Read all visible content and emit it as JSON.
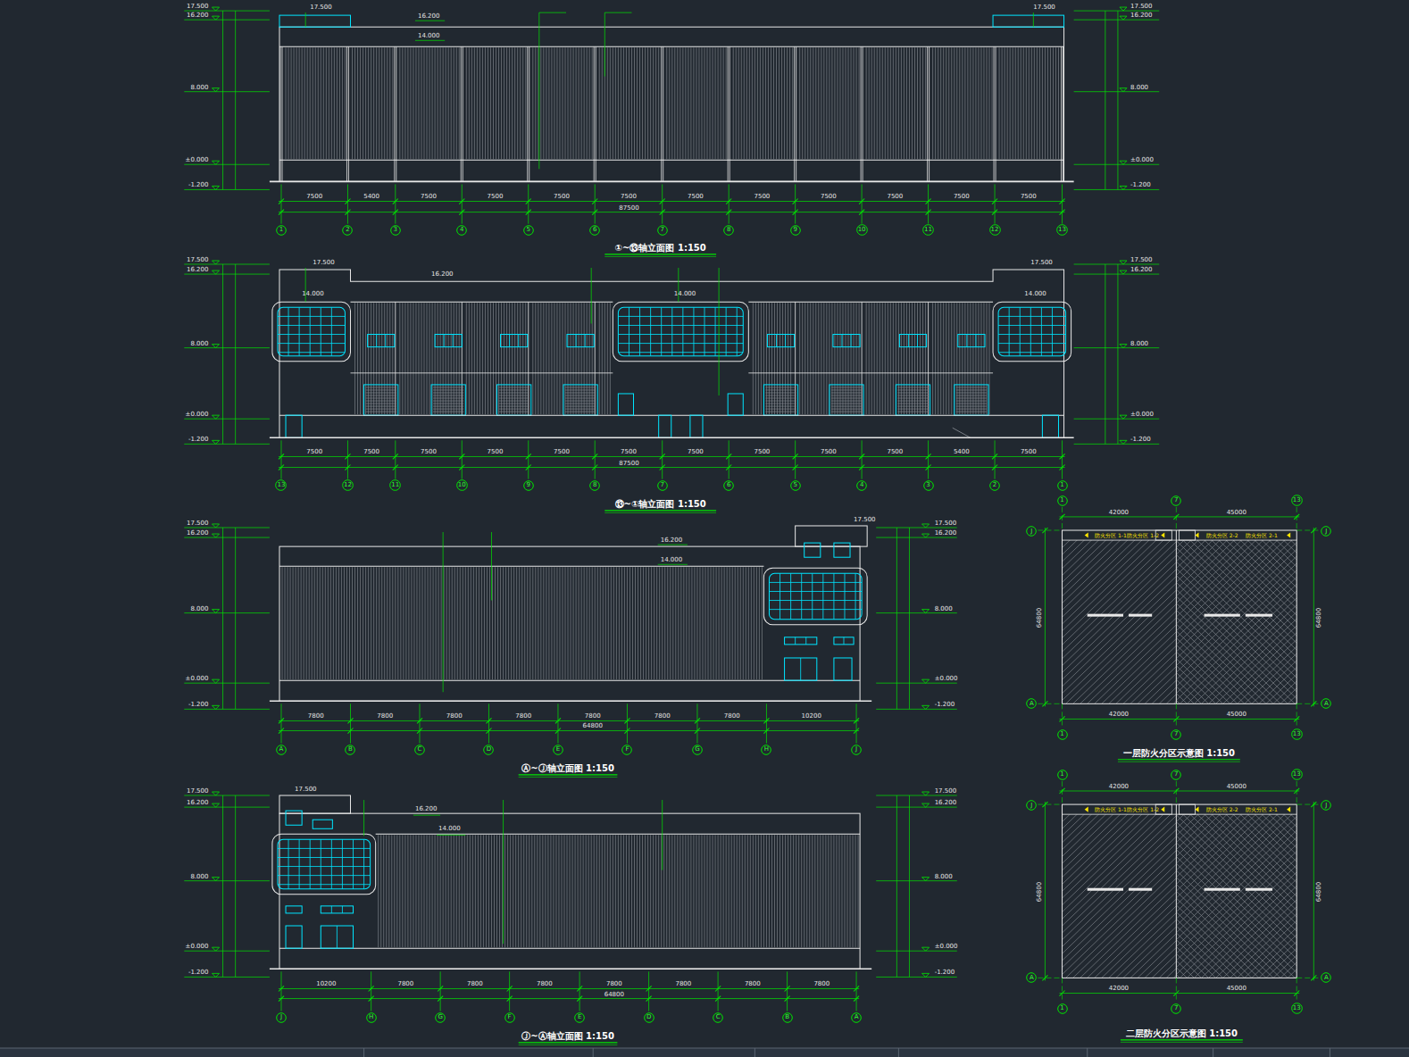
{
  "diagram": {
    "nodes": [
      {
        "text": [
          "1"
        ]
      },
      {
        "text": [
          "2"
        ]
      },
      {
        "text": [
          "3"
        ]
      },
      {
        "text": [
          "4"
        ]
      },
      {
        "text": [
          "5"
        ]
      },
      {
        "text": [
          "6"
        ]
      },
      {
        "text": [
          "7"
        ]
      },
      {
        "text": [
          "8"
        ]
      },
      {
        "text": [
          "9"
        ]
      },
      {
        "text": [
          "10"
        ]
      },
      {
        "text": [
          "11"
        ]
      },
      {
        "text": [
          "12"
        ]
      },
      {
        "text": [
          "13"
        ]
      },
      {
        "text": [
          "13"
        ]
      },
      {
        "text": [
          "12"
        ]
      },
      {
        "text": [
          "11"
        ]
      },
      {
        "text": [
          "10"
        ]
      },
      {
        "text": [
          "9"
        ]
      },
      {
        "text": [
          "8"
        ]
      },
      {
        "text": [
          "7"
        ]
      },
      {
        "text": [
          "6"
        ]
      },
      {
        "text": [
          "5"
        ]
      },
      {
        "text": [
          "4"
        ]
      },
      {
        "text": [
          "3"
        ]
      },
      {
        "text": [
          "2"
        ]
      },
      {
        "text": [
          "1"
        ]
      },
      {
        "text": [
          "A"
        ]
      },
      {
        "text": [
          "B"
        ]
      },
      {
        "text": [
          "C"
        ]
      },
      {
        "text": [
          "D"
        ]
      },
      {
        "text": [
          "E"
        ]
      },
      {
        "text": [
          "F"
        ]
      },
      {
        "text": [
          "G"
        ]
      },
      {
        "text": [
          "H"
        ]
      },
      {
        "text": [
          "J"
        ]
      },
      {
        "text": [
          "J"
        ]
      },
      {
        "text": [
          "H"
        ]
      },
      {
        "text": [
          "G"
        ]
      },
      {
        "text": [
          "F"
        ]
      },
      {
        "text": [
          "E"
        ]
      },
      {
        "text": [
          "D"
        ]
      },
      {
        "text": [
          "C"
        ]
      },
      {
        "text": [
          "B"
        ]
      },
      {
        "text": [
          "A"
        ]
      },
      {
        "text": [
          "1"
        ]
      },
      {
        "text": [
          "7"
        ]
      },
      {
        "text": [
          "13"
        ]
      },
      {
        "text": [
          "J"
        ]
      },
      {
        "text": [
          "J"
        ]
      },
      {
        "text": [
          "A"
        ]
      },
      {
        "text": [
          "A"
        ]
      },
      {
        "text": [
          "1"
        ]
      },
      {
        "text": [
          "7"
        ]
      },
      {
        "text": [
          "13"
        ]
      },
      {
        "text": [
          "1"
        ]
      },
      {
        "text": [
          "7"
        ]
      },
      {
        "text": [
          "13"
        ]
      },
      {
        "text": [
          "J"
        ]
      },
      {
        "text": [
          "J"
        ]
      },
      {
        "text": [
          "A"
        ]
      },
      {
        "text": [
          "A"
        ]
      },
      {
        "text": [
          "1"
        ]
      },
      {
        "text": [
          "7"
        ]
      },
      {
        "text": [
          "13"
        ]
      }
    ],
    "labels": [
      "17.500",
      "16.200",
      "8.000",
      "±0.000",
      "-1.200",
      "17.500",
      "16.200",
      "8.000",
      "±0.000",
      "-1.200",
      "17.500",
      "17.500",
      "16.200",
      "14.000",
      "7500",
      "5400",
      "7500",
      "7500",
      "7500",
      "7500",
      "7500",
      "7500",
      "7500",
      "7500",
      "7500",
      "7500",
      "87500",
      "①~⑬轴立面图 1:150",
      "17.500",
      "16.200",
      "8.000",
      "±0.000",
      "-1.200",
      "17.500",
      "16.200",
      "8.000",
      "±0.000",
      "-1.200",
      "17.500",
      "16.200",
      "17.500",
      "14.000",
      "14.000",
      "14.000",
      "7500",
      "7500",
      "7500",
      "7500",
      "7500",
      "7500",
      "7500",
      "7500",
      "7500",
      "7500",
      "5400",
      "7500",
      "87500",
      "⑬~①轴立面图 1:150",
      "17.500",
      "16.200",
      "8.000",
      "±0.000",
      "-1.200",
      "17.500",
      "16.200",
      "8.000",
      "±0.000",
      "-1.200",
      "16.200",
      "14.000",
      "17.500",
      "7800",
      "7800",
      "7800",
      "7800",
      "7800",
      "7800",
      "7800",
      "10200",
      "64800",
      "Ⓐ~Ⓙ轴立面图 1:150",
      "17.500",
      "16.200",
      "8.000",
      "±0.000",
      "-1.200",
      "17.500",
      "16.200",
      "8.000",
      "±0.000",
      "-1.200",
      "17.500",
      "16.200",
      "14.000",
      "10200",
      "7800",
      "7800",
      "7800",
      "7800",
      "7800",
      "7800",
      "7800",
      "64800",
      "Ⓙ~Ⓐ轴立面图 1:150",
      "42000",
      "45000",
      "42000",
      "45000",
      "64800",
      "64800",
      "防火分区 1-1",
      "防火分区 1-2",
      "防火分区 2-2",
      "防火分区 2-1",
      "一层防火分区示意图 1:150",
      "42000",
      "45000",
      "42000",
      "45000",
      "64800",
      "64800",
      "防火分区 1-1",
      "防火分区 1-2",
      "防火分区 2-2",
      "防火分区 2-1",
      "二层防火分区示意图 1:150"
    ]
  }
}
